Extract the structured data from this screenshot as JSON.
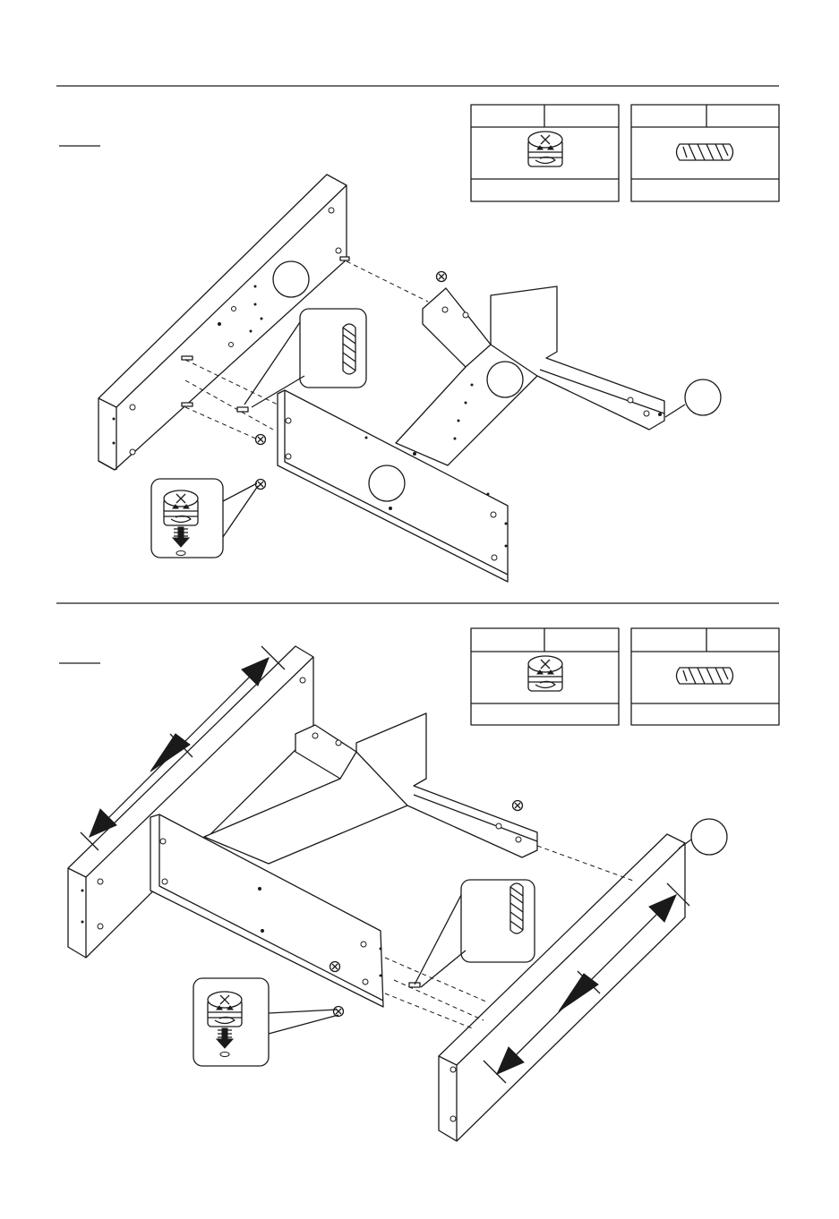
{
  "document": {
    "type": "furniture-assembly-instructions",
    "steps": [
      {
        "index": 1,
        "step_label": "",
        "hardware": [
          {
            "part_label": "",
            "quantity": "",
            "icon": "cam-lock-icon",
            "caption": ""
          },
          {
            "part_label": "",
            "quantity": "",
            "icon": "wooden-dowel-icon",
            "caption": ""
          }
        ],
        "panel_callouts": [
          "",
          "",
          "",
          ""
        ],
        "detail_views": [
          "wooden-dowel-icon",
          "cam-lock-icon"
        ]
      },
      {
        "index": 2,
        "step_label": "",
        "hardware": [
          {
            "part_label": "",
            "quantity": "",
            "icon": "cam-lock-icon",
            "caption": ""
          },
          {
            "part_label": "",
            "quantity": "",
            "icon": "wooden-dowel-icon",
            "caption": ""
          }
        ],
        "panel_callouts": [
          ""
        ],
        "detail_views": [
          "wooden-dowel-icon",
          "cam-lock-icon"
        ],
        "orientation_arrows": 4
      }
    ]
  },
  "colors": {
    "ink": "#1a1a1a",
    "paper": "#ffffff"
  }
}
